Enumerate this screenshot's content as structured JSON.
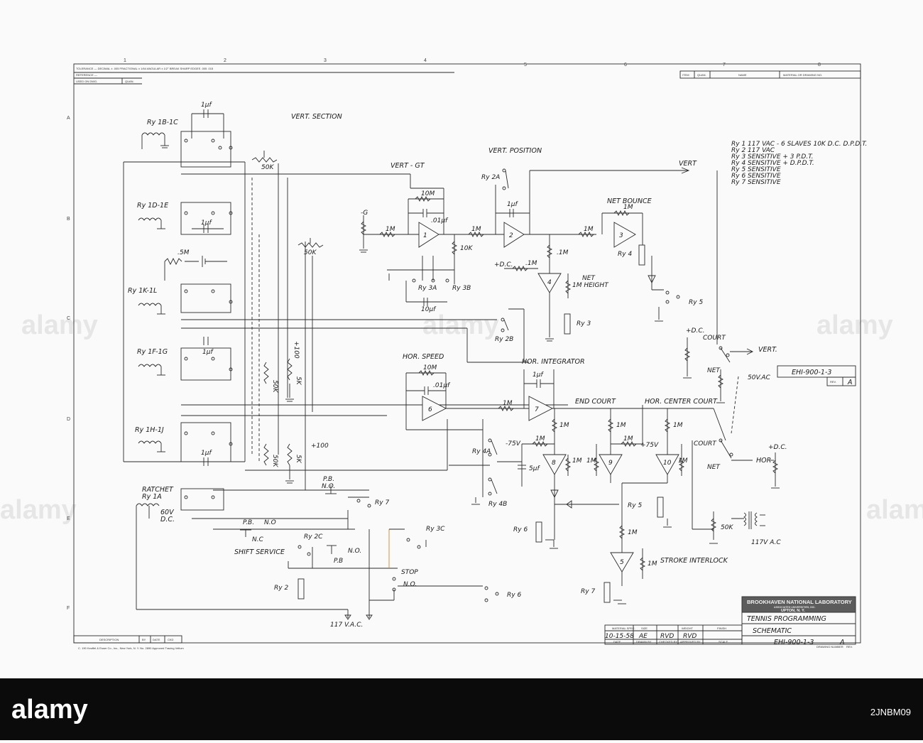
{
  "header": {
    "tolerance": "TOLERANCE — DECIMAL ± .005  FRACTIONAL ± 1/64  ANGULAR ± 1/2°   BREAK SHARP EDGES .005  .015",
    "reference": "REFERENCE —",
    "used_on": "USED ON DWG.",
    "quan": "QUAN.",
    "item": "ITEM",
    "quan2": "QUAN.",
    "name": "NAME",
    "material": "MATERIAL OR DRAWING NO."
  },
  "grid": {
    "columns": [
      "1",
      "2",
      "3",
      "4",
      "5",
      "6",
      "7",
      "8"
    ],
    "rows": [
      "A",
      "B",
      "C",
      "D",
      "E",
      "F"
    ]
  },
  "section_title": "VERT. SECTION",
  "relays_legend": [
    "Ry 1  117 VAC - 6 SLAVES 10K D.C. D.P.D.T.",
    "Ry 2  117 VAC",
    "Ry 3  SENSITIVE + 3 P.D.T.",
    "Ry 4  SENSITIVE + D.P.D.T.",
    "Ry 5  SENSITIVE",
    "Ry 6  SENSITIVE",
    "Ry 7  SENSITIVE"
  ],
  "labels": {
    "ry1b1c": "Ry 1B-1C",
    "ry1d1e": "Ry 1D-1E",
    "ry1k1l": "Ry 1K-1L",
    "ry1f1g": "Ry 1F-1G",
    "ry1h1j": "Ry 1H-1J",
    "ratchet": "RATCHET",
    "ry1a": "Ry 1A",
    "v60": "60V",
    "dc": "D.C.",
    "uf1a": "1µf",
    "uf1b": "1µf",
    "uf1c": "1µf",
    "uf1d": "1µf",
    "k50a": "50K",
    "k50b": "50K",
    "k50c": "50K",
    "k50d": "50K",
    "k5a": "5K",
    "k5b": "5K",
    "p100a": "+100",
    "p100b": "+100",
    "m5": ".5M",
    "vert_gt": "VERT - GT",
    "vert_position": "VERT. POSITION",
    "vert": "VERT",
    "neg6": "-G",
    "m1a": "1M",
    "m10a": "10M",
    "uf01a": ".01µf",
    "k10": "10K",
    "ry3a": "Ry 3A",
    "ry3b": "Ry 3B",
    "uf10": "10µf",
    "ry2a": "Ry 2A",
    "m1b": "1M",
    "uf1e": "1µf",
    "net_bounce": "NET BOUNCE",
    "m1c": "1M",
    "m1d": "1M",
    "ry4": "Ry 4",
    "ry5a": "Ry 5",
    "pdc": "+D.C.",
    "m1e": ".1M",
    "m1f": ".1M",
    "net": "NET",
    "m1height": "1M HEIGHT",
    "ry3": "Ry 3",
    "ry2b": "Ry 2B",
    "pdc2": "+D.C.",
    "court": "COURT",
    "vert2": "VERT.",
    "net2": "NET",
    "vac50": "50V.AC",
    "hor_speed": "HOR. SPEED",
    "m10b": "10M",
    "uf01b": ".01µf",
    "hor_integrator": "HOR. INTEGRATOR",
    "uf1f": "1µf",
    "m1g": "1M",
    "end_court": "END COURT",
    "hor_center_court": "HOR. CENTER COURT",
    "m1h": "1M",
    "m1i": "1M",
    "m1j": "1M",
    "v75n": "-75V",
    "m1k": "1M",
    "m1l": "1M",
    "m1m": "1M",
    "m1n": "1M",
    "v75p": "+75V",
    "m1o": "1M",
    "ry4a": "Ry 4A",
    "ry4b": "Ry 4B",
    "uf5": "5µf",
    "court2": "COURT",
    "pdc3": "+D.C.",
    "net3": "NET",
    "hor": "HOR",
    "ry5b": "Ry 5",
    "k50e": "50K",
    "vac117a": "117V A.C",
    "ry6a": "Ry 6",
    "m1p": "1M",
    "m1q": "1M",
    "stroke_interlock": "STROKE INTERLOCK",
    "ry7a": "Ry 7",
    "pb_no_a": "P.B.",
    "pb_no_a2": "N.O.",
    "ry7b": "Ry 7",
    "pb_b": "P.B.",
    "no_b": "N.O",
    "nc": "N.C",
    "shift_service": "SHIFT SERVICE",
    "ry2c": "Ry 2C",
    "no_c": "N.O.",
    "pb_c": "P.B",
    "ry3c": "Ry 3C",
    "stop": "STOP",
    "no_d": "N.O.",
    "ry2": "Ry 2",
    "ry6b": "Ry 6",
    "vac117b": "117 V.A.C."
  },
  "amps": [
    "1",
    "2",
    "3",
    "4",
    "5",
    "6",
    "7",
    "8",
    "9",
    "10"
  ],
  "doc_number_box": "EHI-900-1-3",
  "doc_rev_box": "A",
  "doc_box_label": "REV.",
  "title_block": {
    "lab": "BROOKHAVEN NATIONAL LABORATORY",
    "operator": "ASSOCIATED UNIVERSITIES, INC.",
    "location": "UPTON, N. Y.",
    "project": "TENNIS  PROGRAMMING",
    "drawing_title": "SCHEMATIC",
    "drawing_number": "EHI-900-1-3",
    "revision": "A",
    "date": "10-15-58",
    "drawn_by": "AE",
    "checked_by": "RVD",
    "approved_by": "RVD",
    "col_material": "MATERIAL SPEC.",
    "col_size": "SIZE",
    "col_weight": "WEIGHT",
    "col_finish": "FINISH",
    "col_date": "DATE",
    "col_drawn": "DRAWN BY",
    "col_checked": "CHECKED BY",
    "col_approved": "APPROVED BY",
    "col_scale": "SCALE",
    "col_drawing_number": "DRAWING NUMBER",
    "col_rev": "REV."
  },
  "revision_block": {
    "description": "DESCRIPTION",
    "by": "BY",
    "date": "DATE",
    "chk": "CKD"
  },
  "printer_note": "C. 190    Keuffel & Esser Co., Inc., New York, N. Y.    No. 2890  Approved Tracing Vellum",
  "watermark": "alamy",
  "footer": {
    "logo": "alamy",
    "image_id": "2JNBM09"
  }
}
